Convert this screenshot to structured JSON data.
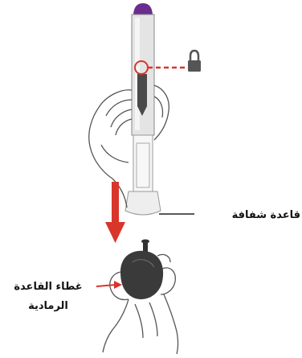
{
  "labels": {
    "clear_base": "قاعدة شفافة",
    "cap_line1": "غطاء القاعدة",
    "cap_line2": "الرمادية"
  },
  "icons": [
    "lock-icon",
    "down-arrow-icon",
    "pen-injector-icon",
    "hand-icon"
  ],
  "colors": {
    "cap_purple": "#6b2c8f",
    "accent_red": "#d9352b",
    "window_dark": "#4a4a4a",
    "cap_gray": "#3a3a3a",
    "outline": "#555555"
  }
}
